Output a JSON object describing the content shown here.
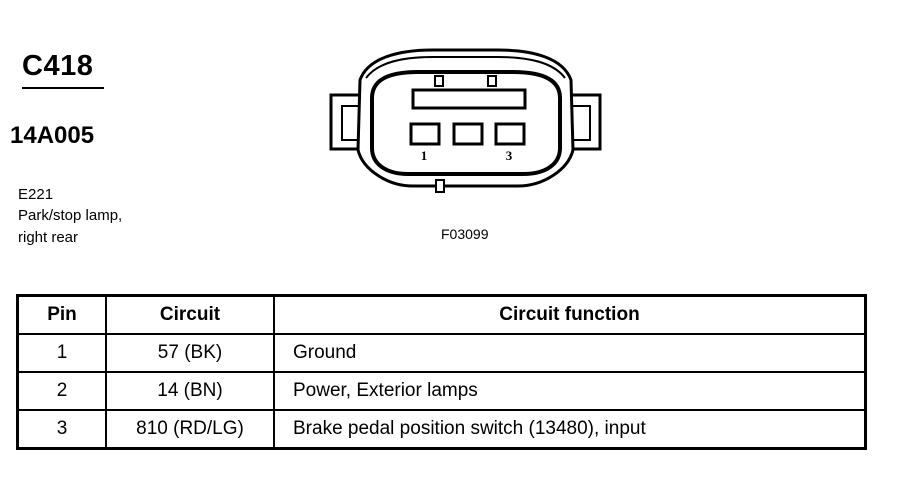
{
  "header": {
    "connector_id": "C418",
    "part_number": "14A005",
    "component_code": "E221",
    "component_desc_line1": "Park/stop lamp,",
    "component_desc_line2": "right rear"
  },
  "diagram": {
    "figure_id": "F03099",
    "pin_label_left": "1",
    "pin_label_right": "3"
  },
  "table": {
    "headers": [
      "Pin",
      "Circuit",
      "Circuit function"
    ],
    "rows": [
      {
        "pin": "1",
        "circuit": "57 (BK)",
        "function": "Ground"
      },
      {
        "pin": "2",
        "circuit": "14 (BN)",
        "function": "Power, Exterior lamps"
      },
      {
        "pin": "3",
        "circuit": "810 (RD/LG)",
        "function": "Brake pedal position switch (13480), input"
      }
    ]
  }
}
